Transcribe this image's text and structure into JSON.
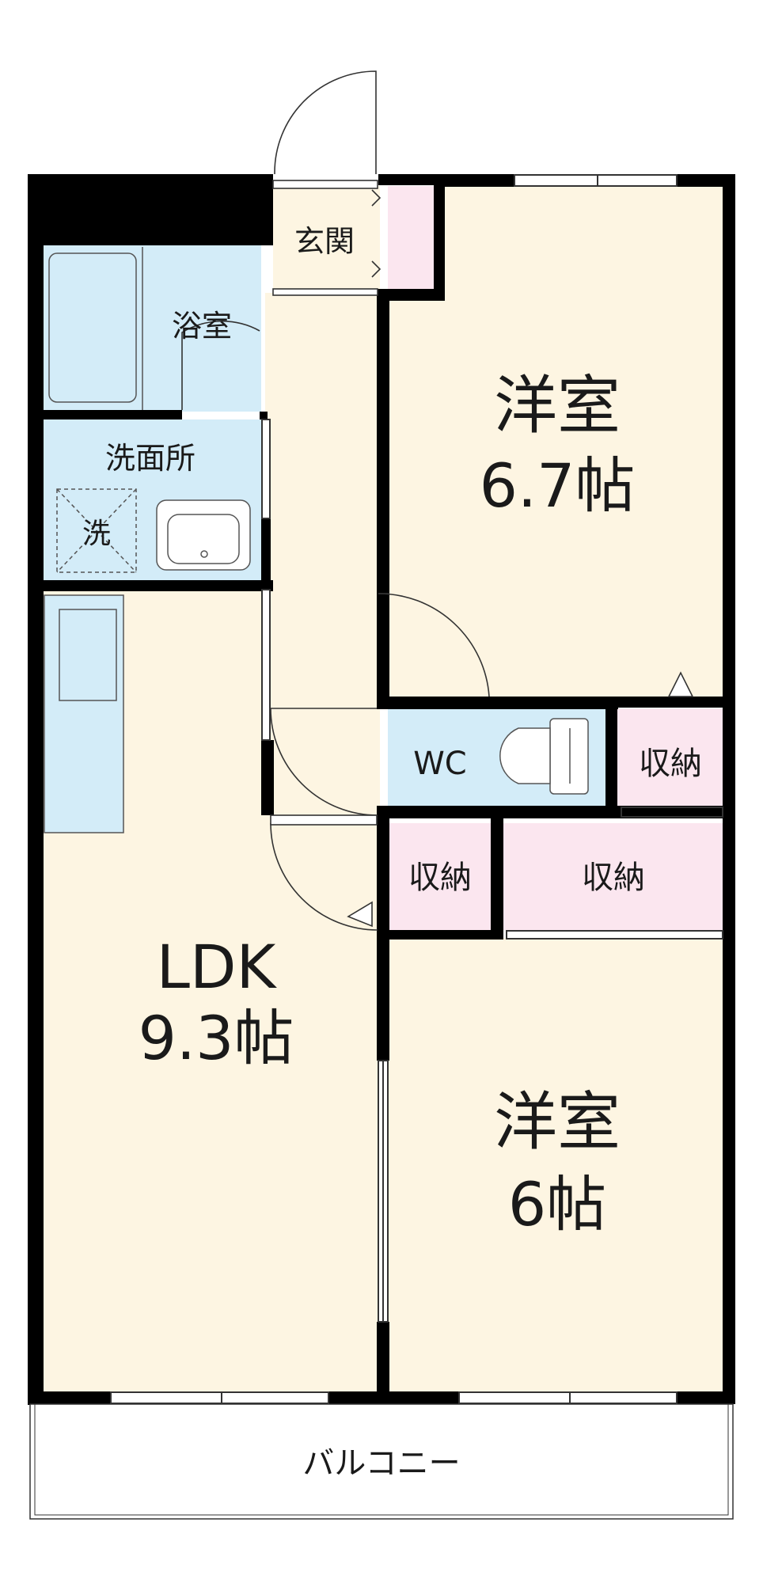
{
  "rooms": {
    "genkan": "玄関",
    "bath": "浴室",
    "washroom": "洗面所",
    "washer": "洗",
    "western_top": {
      "name": "洋室",
      "size": "6.7帖"
    },
    "wc": "WC",
    "storage_right": "収納",
    "storage_mid_left": "収納",
    "storage_mid_right": "収納",
    "ldk": {
      "name": "LDK",
      "size": "9.3帖"
    },
    "western_bottom": {
      "name": "洋室",
      "size": "6帖"
    },
    "balcony": "バルコニー"
  },
  "colors": {
    "wall": "#000000",
    "floor": "#fdf5e2",
    "wet_area": "#d3ecf8",
    "storage": "#fbe6ef",
    "balcony": "#ffffff"
  }
}
